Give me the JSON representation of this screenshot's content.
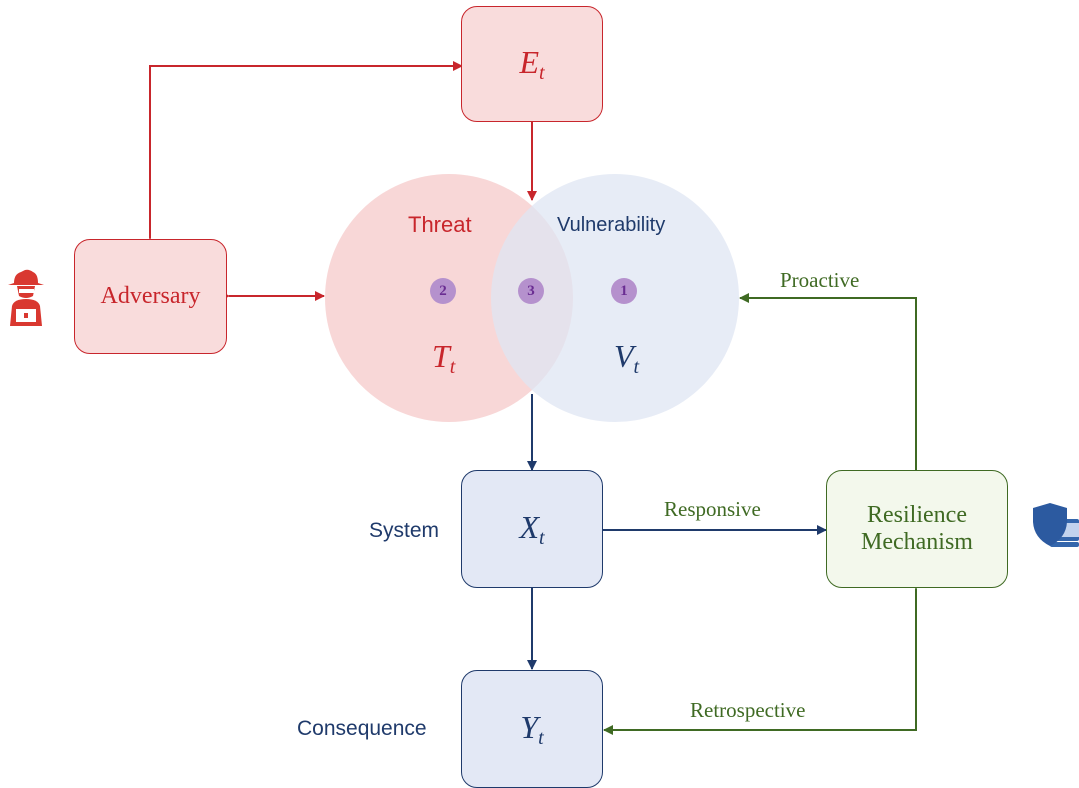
{
  "nodes": {
    "environment": {
      "symbol": "E",
      "sub": "t"
    },
    "adversary": {
      "label": "Adversary"
    },
    "system": {
      "symbol": "X",
      "sub": "t",
      "side_label": "System"
    },
    "consequence": {
      "symbol": "Y",
      "sub": "t",
      "side_label": "Consequence"
    },
    "resilience": {
      "label_line1": "Resilience",
      "label_line2": "Mechanism"
    }
  },
  "venn": {
    "threat": {
      "title": "Threat",
      "symbol": "T",
      "sub": "t",
      "badge": "2"
    },
    "vulnerability": {
      "title": "Vulnerability",
      "symbol": "V",
      "sub": "t",
      "badge": "1"
    },
    "intersection": {
      "badge": "3"
    }
  },
  "edges": {
    "proactive": "Proactive",
    "responsive": "Responsive",
    "retrospective": "Retrospective"
  },
  "icons": {
    "adversary": "hacker-icon",
    "resilience": "shield-laptop-icon"
  },
  "colors": {
    "red": "#c8262c",
    "red_fill": "#f9dcdc",
    "blue": "#1f3a6b",
    "blue_fill": "#e3e8f5",
    "green": "#3f6a23",
    "green_fill": "#f3f8ec",
    "badge": "#b591cd"
  }
}
